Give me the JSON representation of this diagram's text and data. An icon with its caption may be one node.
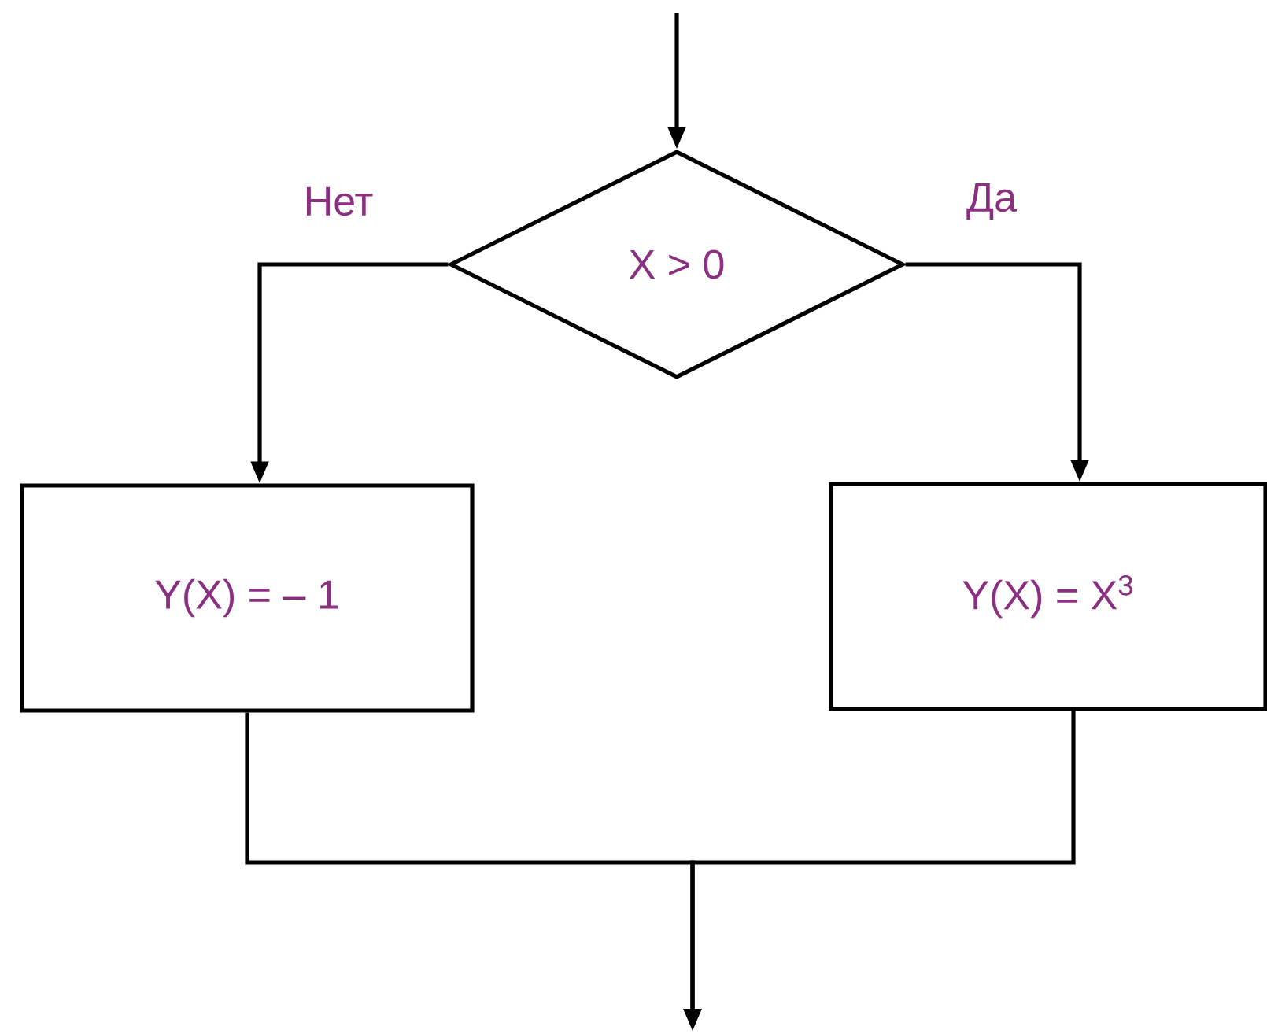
{
  "diagram": {
    "nodes": [
      {
        "text": [
          "X > 0"
        ]
      },
      {
        "text": [
          "Y(X) = – 1"
        ]
      },
      {
        "text": [
          "Y(X) = X$^{3}$"
        ]
      }
    ],
    "edges": [
      {
        "from": null,
        "to": 0,
        "arrow": "to"
      },
      {
        "from": 0,
        "to": 1,
        "arrow": "to",
        "label": "Нет"
      },
      {
        "from": 0,
        "to": 2,
        "arrow": "to",
        "label": "Да"
      },
      {
        "from": 1,
        "to": null,
        "arrow": "to"
      },
      {
        "from": 2,
        "to": null,
        "arrow": "to"
      }
    ]
  }
}
